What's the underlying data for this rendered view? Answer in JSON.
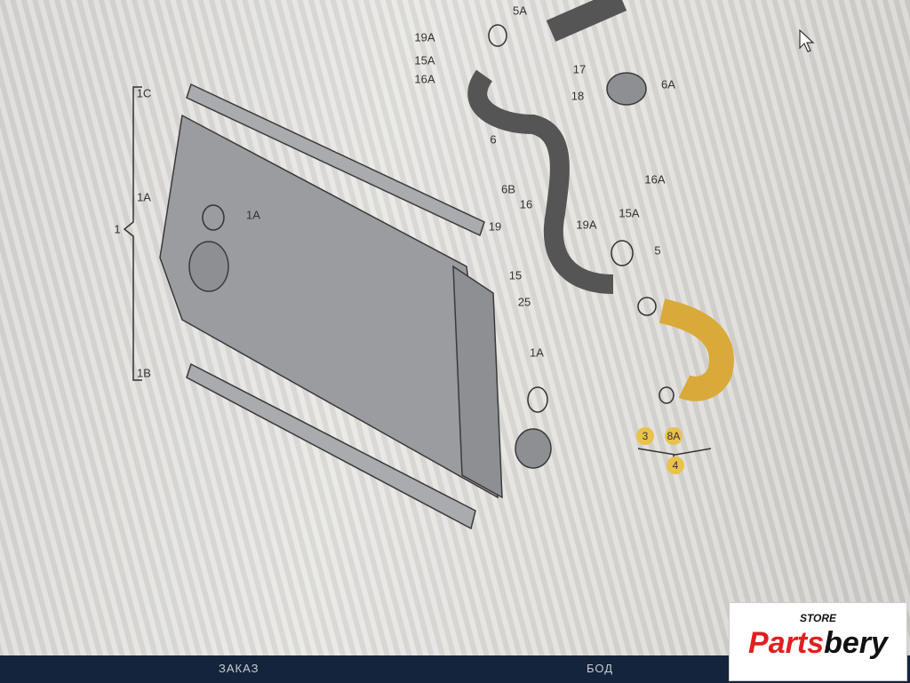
{
  "diagram": {
    "labels": {
      "l1C": "1C",
      "l1A": "1A",
      "l1": "1",
      "l1A_ring": "1A",
      "l1B": "1B",
      "l19A_top": "19A",
      "l15A_top": "15A",
      "l16A_top": "16A",
      "l5A": "5A",
      "l17": "17",
      "l18": "18",
      "l6A": "6A",
      "l6": "6",
      "l6B": "6B",
      "l16A_right": "16A",
      "l19A_right": "19A",
      "l15A_right": "15A",
      "l16": "16",
      "l19": "19",
      "l15": "15",
      "l5": "5",
      "l25": "25",
      "l1A_low": "1A",
      "l3": "3",
      "l8A": "8A",
      "l4": "4"
    },
    "highlight_color": "#e9c24a"
  },
  "bottom_bar": {
    "order": "ЗАКАЗ",
    "bod": "БОД"
  },
  "watermark": {
    "store": "STORE",
    "brand_part1": "Parts",
    "brand_part2": "bery"
  }
}
